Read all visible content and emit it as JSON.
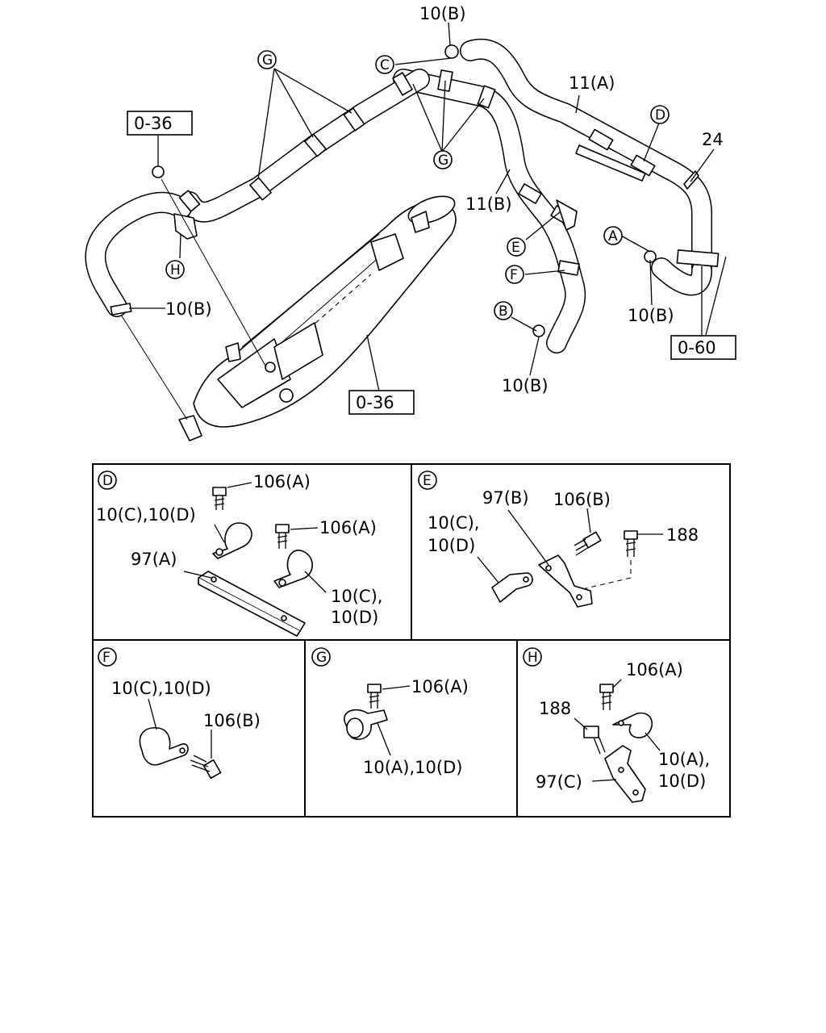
{
  "labels": {
    "l10b_top": "10(B)",
    "l11a": "11(A)",
    "l24": "24",
    "l11b": "11(B)",
    "l10b_left": "10(B)",
    "l10b_a": "10(B)",
    "l10b_b": "10(B)",
    "ref036_top": "0-36",
    "ref036_bottom": "0-36",
    "ref060": "0-60"
  },
  "callouts": {
    "C": "C",
    "D": "D",
    "E": "E",
    "F": "F",
    "G1": "G",
    "G2": "G",
    "H": "H",
    "A": "A",
    "B": "B"
  },
  "details": {
    "D": {
      "title": "D",
      "l106a_1": "106(A)",
      "l10cd_1": "10(C),10(D)",
      "l106a_2": "106(A)",
      "l97a": "97(A)",
      "l10c": "10(C),",
      "l10d": "10(D)"
    },
    "E": {
      "title": "E",
      "l97b": "97(B)",
      "l106b": "106(B)",
      "l188": "188",
      "l10c": "10(C),",
      "l10d": "10(D)"
    },
    "F": {
      "title": "F",
      "l10cd": "10(C),10(D)",
      "l106b": "106(B)"
    },
    "G": {
      "title": "G",
      "l106a": "106(A)",
      "l10ad": "10(A),10(D)"
    },
    "H": {
      "title": "H",
      "l106a": "106(A)",
      "l188": "188",
      "l10a": "10(A),",
      "l10d": "10(D)",
      "l97c": "97(C)"
    }
  }
}
